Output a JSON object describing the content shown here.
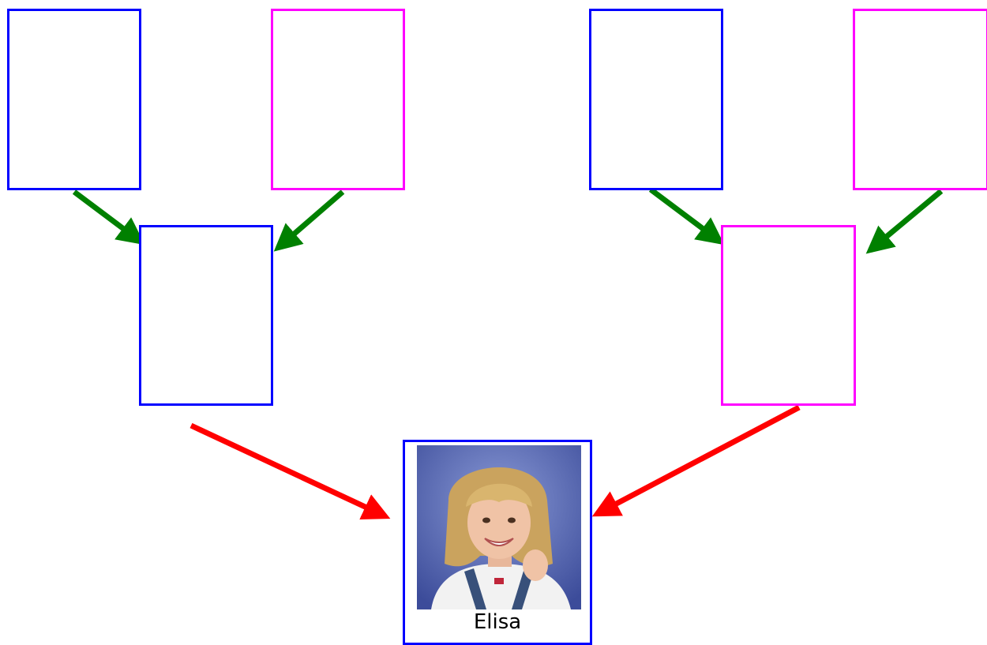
{
  "colors": {
    "father": "#0000ff",
    "mother": "#ff00ff",
    "grandparent_arrow": "#008000",
    "parent_arrow": "#ff0000"
  },
  "nodes": [
    {
      "id": "paternal-grandfather",
      "role": "father"
    },
    {
      "id": "paternal-grandmother",
      "role": "mother"
    },
    {
      "id": "maternal-grandfather",
      "role": "father"
    },
    {
      "id": "maternal-grandmother",
      "role": "mother"
    },
    {
      "id": "father",
      "role": "father"
    },
    {
      "id": "mother",
      "role": "mother"
    }
  ],
  "child": {
    "name": "Elisa"
  }
}
